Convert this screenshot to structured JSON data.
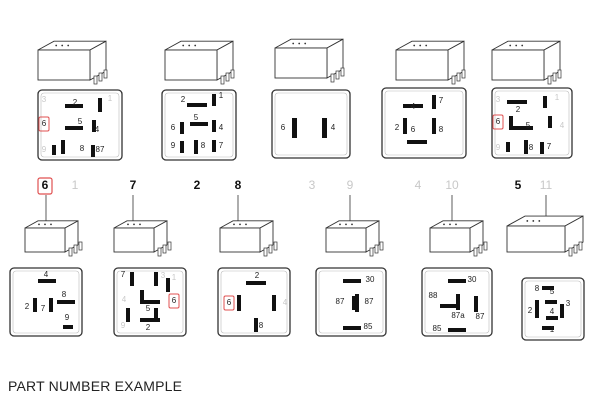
{
  "footer_caption": "PART NUMBER EXAMPLE",
  "colors": {
    "highlight": "#e05050",
    "dim": "#c8c8c8",
    "stroke": "#333333",
    "fill": "#ffffff",
    "pin": "#111111"
  },
  "callouts": [
    {
      "text": "6",
      "style": "boxed-red"
    },
    {
      "text": "1",
      "style": "dim"
    },
    {
      "text": "7",
      "style": "dark"
    },
    {
      "text": "2",
      "style": "dark"
    },
    {
      "text": "8",
      "style": "dark"
    },
    {
      "text": "3",
      "style": "dim"
    },
    {
      "text": "9",
      "style": "dim"
    },
    {
      "text": "4",
      "style": "dim"
    },
    {
      "text": "10",
      "style": "dim"
    },
    {
      "text": "5",
      "style": "dark"
    },
    {
      "text": "11",
      "style": "dim"
    }
  ],
  "relays": [
    {
      "labels": [
        {
          "t": "3",
          "dim": true
        },
        {
          "t": "2"
        },
        {
          "t": "1",
          "dim": true
        },
        {
          "t": "5"
        },
        {
          "t": "6",
          "red": true
        },
        {
          "t": "4"
        },
        {
          "t": "8"
        },
        {
          "t": "87"
        },
        {
          "t": "9",
          "dim": true
        }
      ]
    },
    {
      "labels": [
        {
          "t": "2"
        },
        {
          "t": "1"
        },
        {
          "t": "5"
        },
        {
          "t": "6"
        },
        {
          "t": "4"
        },
        {
          "t": "9"
        },
        {
          "t": "8"
        },
        {
          "t": "7"
        }
      ]
    },
    {
      "labels": [
        {
          "t": "6"
        },
        {
          "t": "4"
        }
      ]
    },
    {
      "labels": [
        {
          "t": "4"
        },
        {
          "t": "7"
        },
        {
          "t": "2"
        },
        {
          "t": "6"
        },
        {
          "t": "8"
        }
      ]
    },
    {
      "labels": [
        {
          "t": "3",
          "dim": true
        },
        {
          "t": "1",
          "dim": true
        },
        {
          "t": "2"
        },
        {
          "t": "6",
          "red": true
        },
        {
          "t": "4",
          "dim": true
        },
        {
          "t": "5"
        },
        {
          "t": "8"
        },
        {
          "t": "7"
        },
        {
          "t": "9",
          "dim": true
        }
      ]
    },
    {
      "labels": [
        {
          "t": "4"
        },
        {
          "t": "2"
        },
        {
          "t": "7"
        },
        {
          "t": "8"
        },
        {
          "t": "9"
        }
      ]
    },
    {
      "labels": [
        {
          "t": "7"
        },
        {
          "t": "3",
          "dim": true
        },
        {
          "t": "1",
          "dim": true
        },
        {
          "t": "4",
          "dim": true
        },
        {
          "t": "6",
          "red": true
        },
        {
          "t": "5"
        },
        {
          "t": "2"
        },
        {
          "t": "9",
          "dim": true
        }
      ]
    },
    {
      "labels": [
        {
          "t": "2"
        },
        {
          "t": "6",
          "red": true
        },
        {
          "t": "4",
          "dim": true
        },
        {
          "t": "8"
        }
      ]
    },
    {
      "labels": [
        {
          "t": "30"
        },
        {
          "t": "87"
        },
        {
          "t": "87"
        },
        {
          "t": "85"
        }
      ]
    },
    {
      "labels": [
        {
          "t": "30"
        },
        {
          "t": "88"
        },
        {
          "t": "87a"
        },
        {
          "t": "87"
        },
        {
          "t": "85"
        }
      ]
    },
    {
      "labels": [
        {
          "t": "8"
        },
        {
          "t": "2"
        },
        {
          "t": "3"
        },
        {
          "t": "5"
        },
        {
          "t": "4"
        },
        {
          "t": "1"
        }
      ]
    }
  ]
}
